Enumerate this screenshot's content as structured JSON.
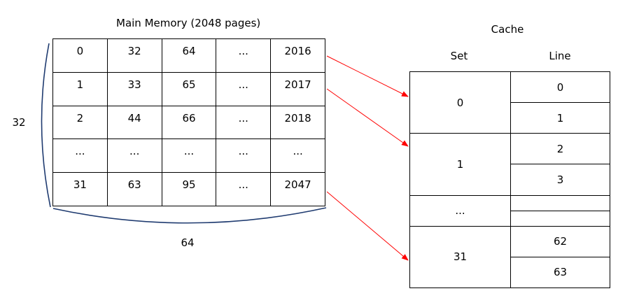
{
  "main_memory": {
    "title": "Main Memory (2048 pages)",
    "rows_label": "32",
    "cols_label": "64",
    "cells": [
      [
        "0",
        "32",
        "64",
        "...",
        "2016"
      ],
      [
        "1",
        "33",
        "65",
        "...",
        "2017"
      ],
      [
        "2",
        "44",
        "66",
        "...",
        "2018"
      ],
      [
        "...",
        "...",
        "...",
        "...",
        "..."
      ],
      [
        "31",
        "63",
        "95",
        "...",
        "2047"
      ]
    ]
  },
  "cache": {
    "title": "Cache",
    "set_header": "Set",
    "line_header": "Line",
    "sets": [
      {
        "set": "0",
        "lines": [
          "0",
          "1"
        ]
      },
      {
        "set": "1",
        "lines": [
          "2",
          "3"
        ]
      },
      {
        "set": "...",
        "lines": [
          "",
          ""
        ]
      },
      {
        "set": "31",
        "lines": [
          "62",
          "63"
        ]
      }
    ]
  },
  "colors": {
    "arrow": "#ff0000",
    "brace": "#1f3b70",
    "grid": "#000000"
  }
}
